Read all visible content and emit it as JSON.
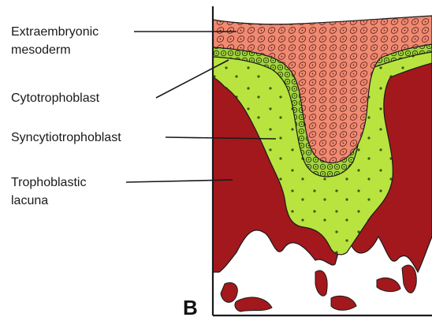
{
  "labels": {
    "extraembryonic_mesoderm_line1": "Extraembryonic",
    "extraembryonic_mesoderm_line2": "mesoderm",
    "cytotrophoblast": "Cytotrophoblast",
    "syncytiotrophoblast": "Syncytiotrophoblast",
    "trophoblastic_lacuna_line1": "Trophoblastic",
    "trophoblastic_lacuna_line2": "lacuna"
  },
  "panel_letter": "B",
  "colors": {
    "mesoderm": "#f08a72",
    "cytotrophoblast": "#9fd23a",
    "syncytiotrophoblast": "#b9e43f",
    "lacuna": "#a3181c",
    "outline": "#1a1a1a"
  }
}
